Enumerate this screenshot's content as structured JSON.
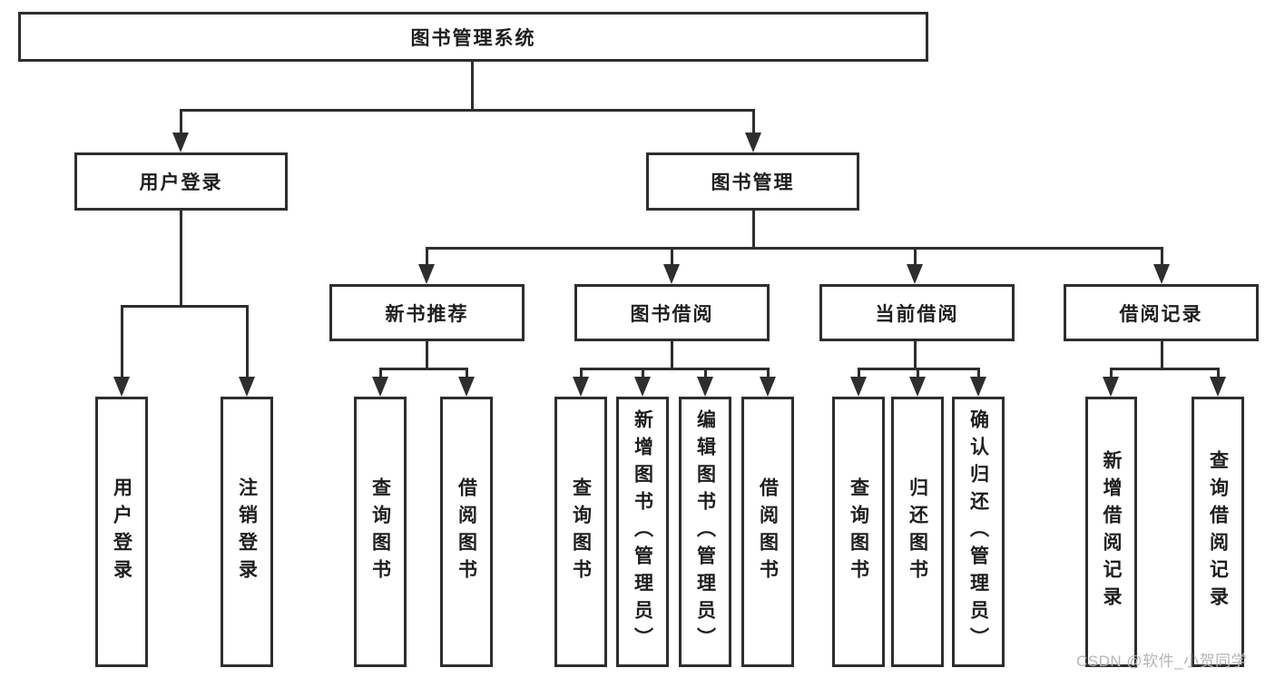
{
  "tree": {
    "label": "图书管理系统",
    "children": [
      {
        "label": "用户登录",
        "children": [
          {
            "label": "用户登录"
          },
          {
            "label": "注销登录"
          }
        ]
      },
      {
        "label": "图书管理",
        "children": [
          {
            "label": "新书推荐",
            "children": [
              {
                "label": "查询图书"
              },
              {
                "label": "借阅图书"
              }
            ]
          },
          {
            "label": "图书借阅",
            "children": [
              {
                "label": "查询图书"
              },
              {
                "label": "新增图书（管理员）"
              },
              {
                "label": "编辑图书（管理员）"
              },
              {
                "label": "借阅图书"
              }
            ]
          },
          {
            "label": "当前借阅",
            "children": [
              {
                "label": "查询图书"
              },
              {
                "label": "归还图书"
              },
              {
                "label": "确认归还（管理员）"
              }
            ]
          },
          {
            "label": "借阅记录",
            "children": [
              {
                "label": "新增借阅记录"
              },
              {
                "label": "查询借阅记录"
              }
            ]
          }
        ]
      }
    ]
  },
  "watermark": {
    "text": "CSDN @软件_小贺同学"
  },
  "colors": {
    "line": "#2e2e2e",
    "text": "#1e1e1e",
    "watermark": "#b6b6b6",
    "background": "#ffffff"
  }
}
